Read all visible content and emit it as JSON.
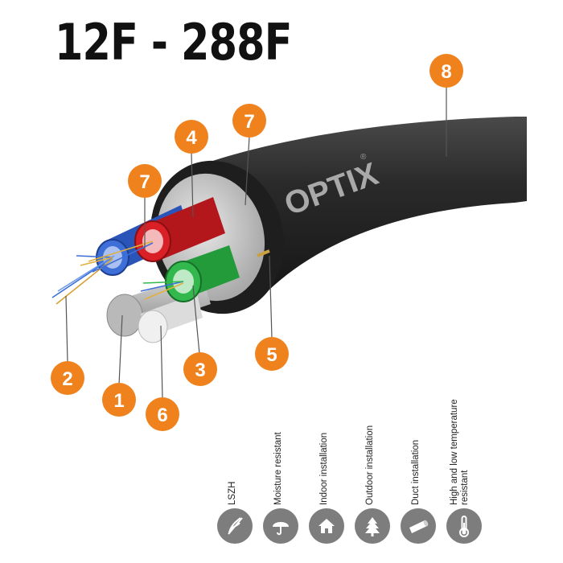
{
  "title": "12F - 288F",
  "brand": "OPTIX",
  "brand_mark": "®",
  "accent_color": "#f0821e",
  "callouts": [
    "1",
    "2",
    "3",
    "4",
    "5",
    "6",
    "7",
    "7",
    "8"
  ],
  "features": [
    {
      "label": "LSZH",
      "icon": "no-halogen-icon"
    },
    {
      "label": "Moisture resistant",
      "icon": "umbrella-icon"
    },
    {
      "label": "Indoor installation",
      "icon": "house-icon"
    },
    {
      "label": "Outdoor installation",
      "icon": "tree-icon"
    },
    {
      "label": "Duct installation",
      "icon": "pipe-icon"
    },
    {
      "label": "High and low temperature\nresistant",
      "icon": "thermometer-icon"
    }
  ]
}
